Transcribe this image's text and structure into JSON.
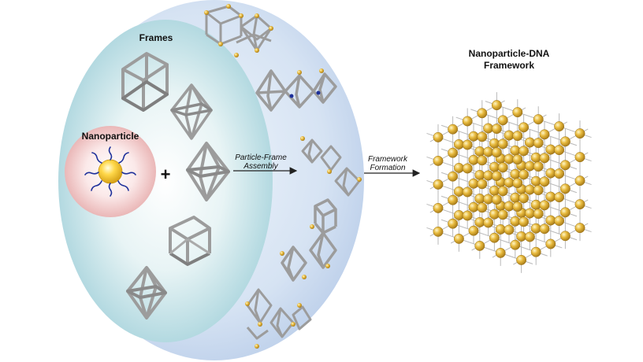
{
  "labels": {
    "frames": "Frames",
    "nanoparticle": "Nanoparticle",
    "plus": "+",
    "step1_line1": "Particle-Frame",
    "step1_line2": "Assembly",
    "step2_line1": "Framework",
    "step2_line2": "Formation",
    "result_line1": "Nanoparticle-DNA",
    "result_line2": "Framework"
  },
  "colors": {
    "outer_ellipse": "#c9daf0",
    "inner_ellipse": "#bfe0e6",
    "nanoparticle_glow": "#f3caca",
    "gold": "#d4a634",
    "frame_gray": "#9c9c9c",
    "dna_blue": "#1c2f9a",
    "lattice": "#b5b5b5"
  },
  "icons": [
    "cube-frame-icon",
    "octahedron-frame-icon",
    "triangular-prism-frame-icon",
    "dna-coated-nanoparticle-icon",
    "lattice-cube-icon"
  ]
}
